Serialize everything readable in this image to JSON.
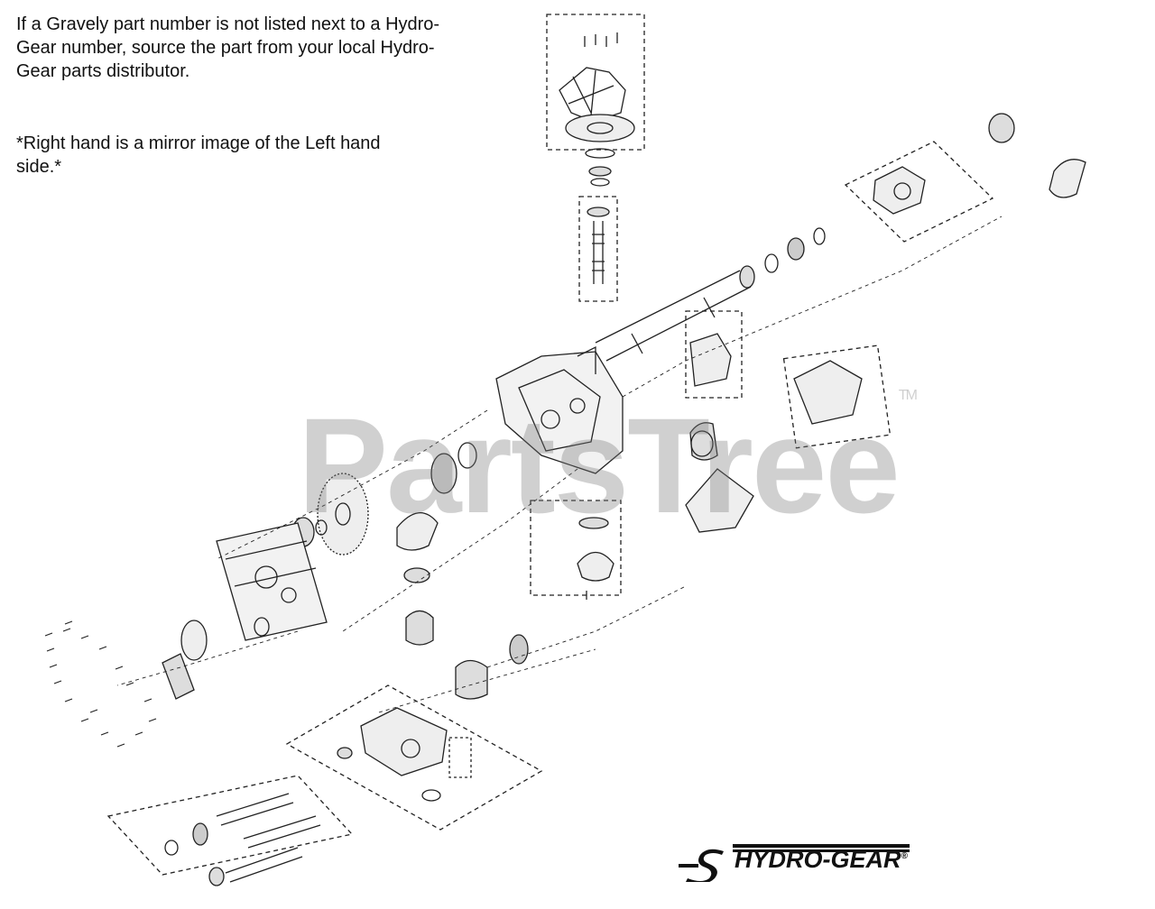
{
  "notes": {
    "gravely_note": "If a Gravely part number is not listed next to a Hydro-Gear number, source the part from your local Hydro-Gear parts distributor.",
    "mirror_note": "*Right hand is a mirror image of the Left hand side.*"
  },
  "watermark": {
    "text": "PartsTree",
    "mark": "TM"
  },
  "brand_logo": {
    "text": "HYDRO-GEAR",
    "mark": "®"
  }
}
